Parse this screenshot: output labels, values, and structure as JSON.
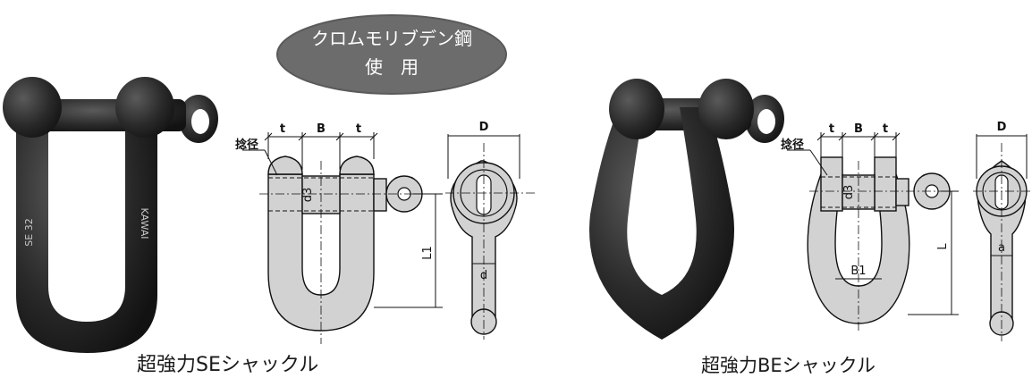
{
  "badge": {
    "line1": "クロムモリブデン鋼",
    "line2": "使　用"
  },
  "se": {
    "caption": "超強力SEシャックル",
    "stamp_left": "SE 32",
    "stamp_right": "KAWAI",
    "labels": {
      "pin_dia": "捻径",
      "t_left": "t",
      "b": "B",
      "t_right": "t",
      "d3": "d3",
      "l1": "L1",
      "d_body": "d",
      "d_top": "D"
    }
  },
  "be": {
    "caption": "超強力BEシャックル",
    "labels": {
      "pin_dia": "捻径",
      "t_left": "t",
      "b": "B",
      "t_right": "t",
      "d3": "d3",
      "b1": "B1",
      "l": "L",
      "a": "a",
      "d_top": "D"
    }
  },
  "colors": {
    "fill": "#d2d2d2",
    "metal": "#2b2b2b",
    "badge": "#6c6c6c",
    "badge_text": "#ffffff"
  }
}
